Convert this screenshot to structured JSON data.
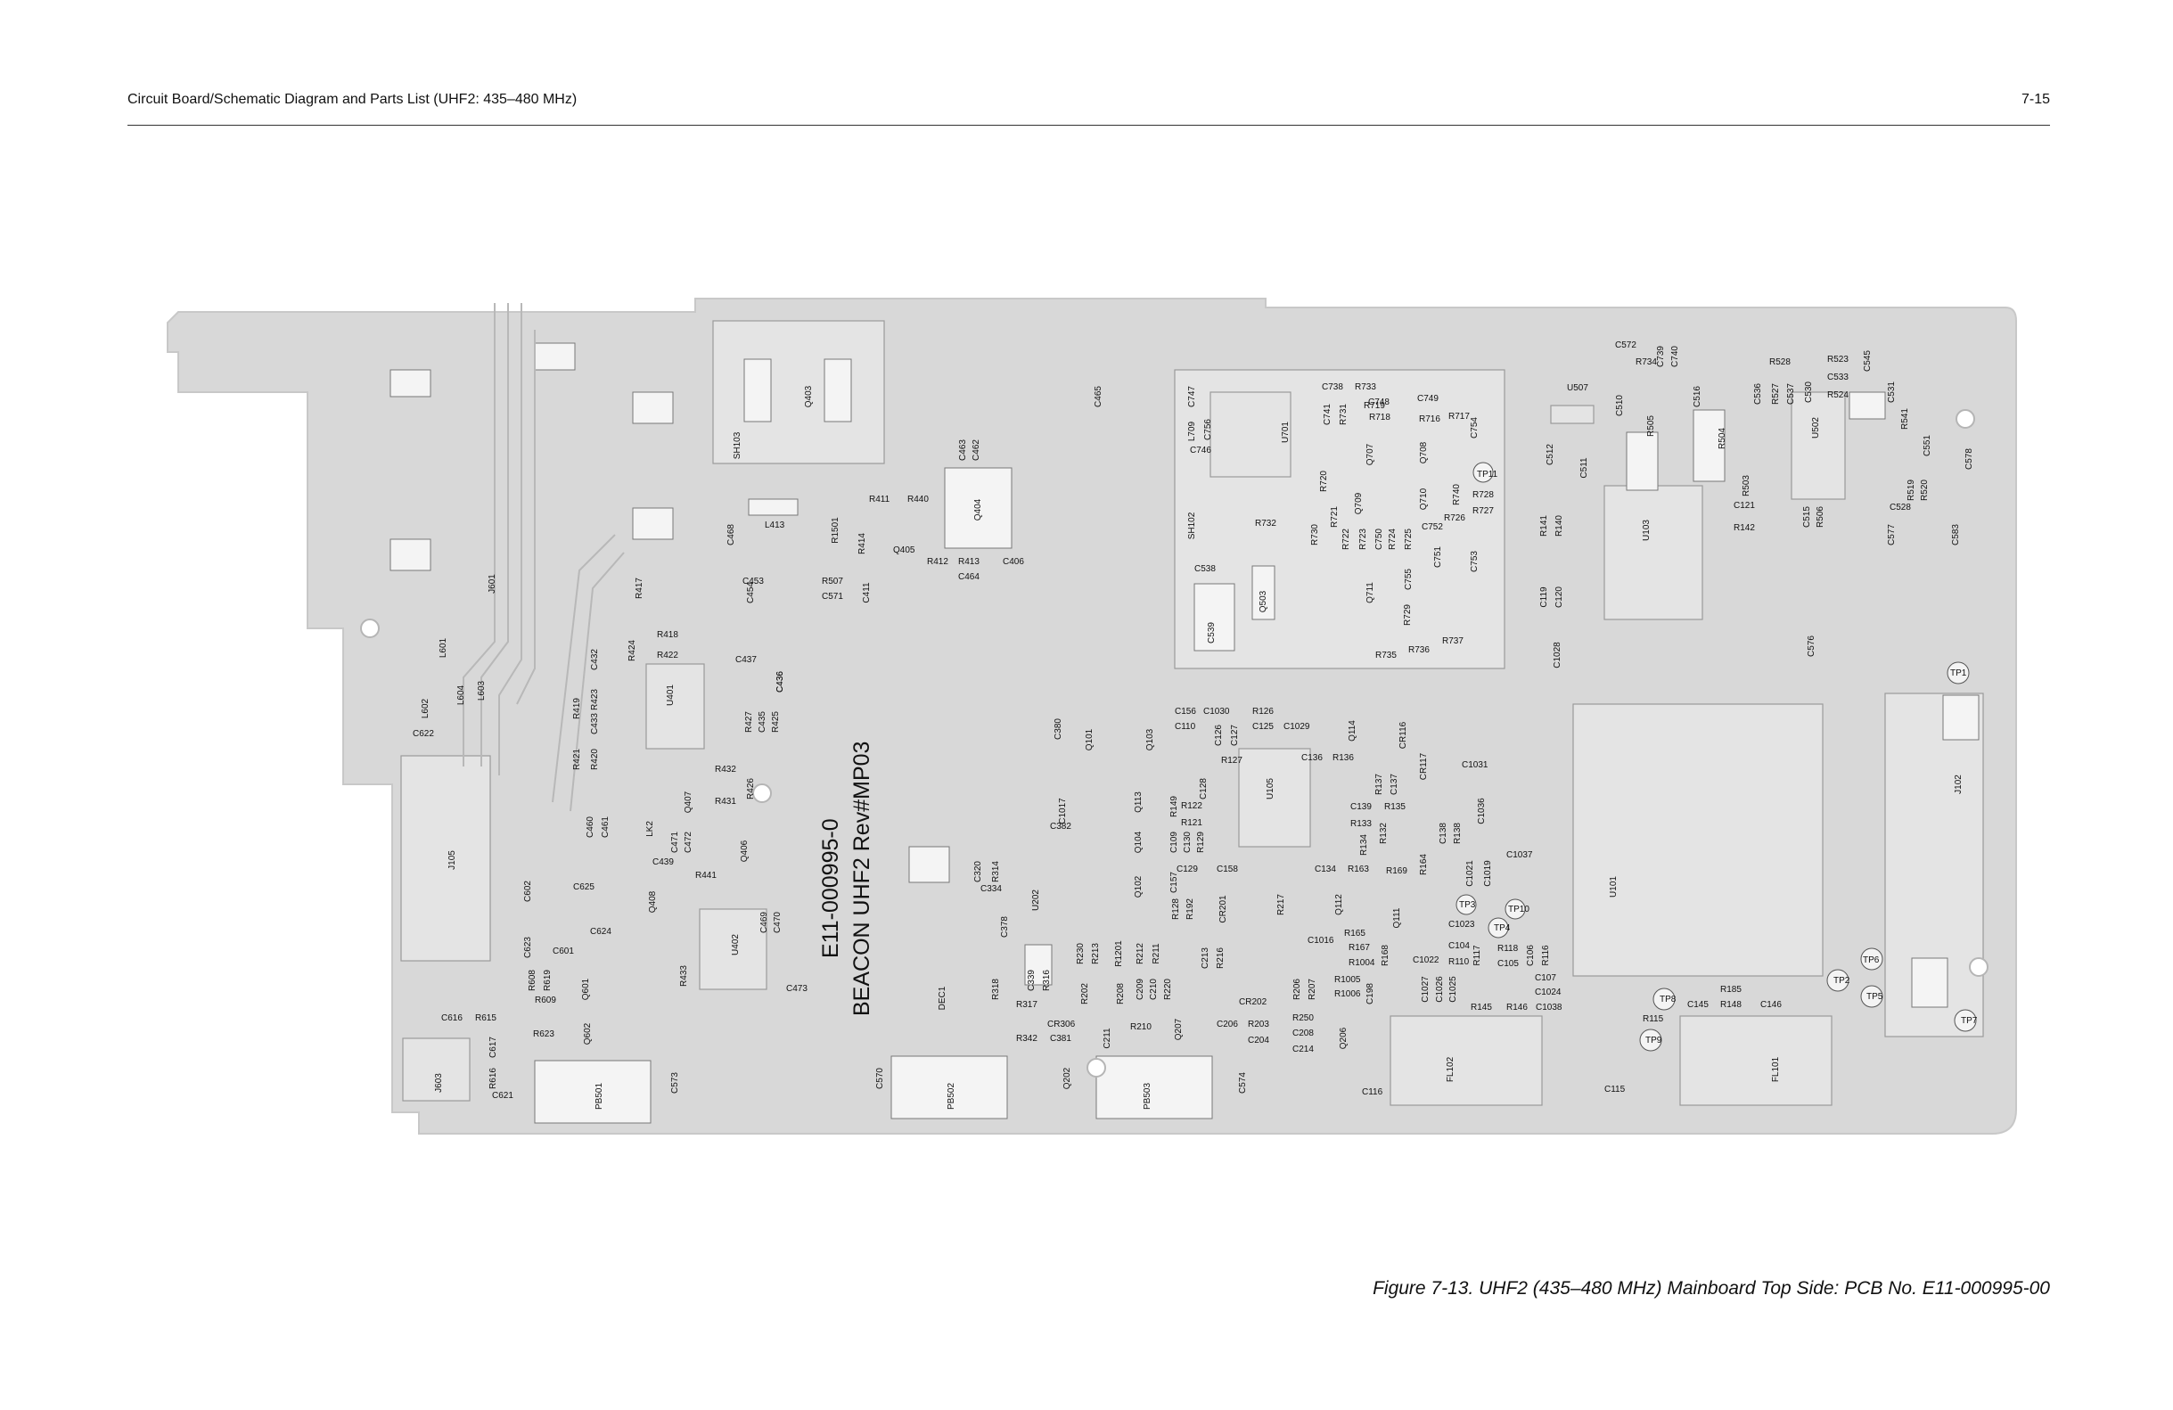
{
  "header": {
    "title": "Circuit Board/Schematic Diagram and Parts List (UHF2: 435–480 MHz)",
    "page": "7-15"
  },
  "board": {
    "pcb_number": "E11-000995-0",
    "revision": "BEACON UHF2 Rev#MP03",
    "components": [
      "J601",
      "J105",
      "J603",
      "SH103",
      "Q403",
      "C465",
      "SH102",
      "U701",
      "C747",
      "C756",
      "C746",
      "L709",
      "C738",
      "R733",
      "C741",
      "R731",
      "R719",
      "C748",
      "R718",
      "C749",
      "R716",
      "R717",
      "C754",
      "Q707",
      "Q708",
      "R720",
      "R721",
      "Q709",
      "Q710",
      "R740",
      "R728",
      "R727",
      "TP11",
      "R732",
      "R730",
      "R722",
      "R723",
      "C750",
      "R724",
      "R725",
      "C752",
      "R726",
      "C751",
      "C753",
      "C538",
      "Q503",
      "C539",
      "Q711",
      "C755",
      "R729",
      "R735",
      "R736",
      "R737",
      "U507",
      "C572",
      "R734",
      "C739",
      "C740",
      "C516",
      "R505",
      "R504",
      "C530",
      "R528",
      "C536",
      "R527",
      "C537",
      "R523",
      "C533",
      "R524",
      "C545",
      "U502",
      "C531",
      "R541",
      "C551",
      "C578",
      "C510",
      "C512",
      "C511",
      "R503",
      "C121",
      "R142",
      "U103",
      "R141",
      "R140",
      "C515",
      "R506",
      "R519",
      "R520",
      "C528",
      "C577",
      "C583",
      "C119",
      "C120",
      "C1028",
      "C576",
      "TP1",
      "J102",
      "U101",
      "C453",
      "R417",
      "C468",
      "L413",
      "R1501",
      "R414",
      "R411",
      "R440",
      "Q405",
      "Q404",
      "C463",
      "C462",
      "R412",
      "R413",
      "C464",
      "C406",
      "C454",
      "R507",
      "C571",
      "C411",
      "R418",
      "R422",
      "R424",
      "C432",
      "U401",
      "C437",
      "C436",
      "R427",
      "C435",
      "R425",
      "L602",
      "L604",
      "L603",
      "L601",
      "C622",
      "R419",
      "R423",
      "C433",
      "R421",
      "R420",
      "R432",
      "C436",
      "R426",
      "R431",
      "Q407",
      "C460",
      "C461",
      "LK2",
      "C471",
      "C472",
      "C439",
      "Q406",
      "R441",
      "C625",
      "Q408",
      "U402",
      "C469",
      "C470",
      "C602",
      "C624",
      "R433",
      "C473",
      "C623",
      "C601",
      "R608",
      "R619",
      "Q601",
      "R609",
      "R623",
      "Q602",
      "C616",
      "R615",
      "C617",
      "R616",
      "C621",
      "PB501",
      "C573",
      "C380",
      "Q101",
      "Q103",
      "C156",
      "C1030",
      "R126",
      "C110",
      "C126",
      "C127",
      "C125",
      "C1029",
      "Q114",
      "R127",
      "C128",
      "C136",
      "R136",
      "CR116",
      "CR117",
      "U105",
      "C1017",
      "Q113",
      "R149",
      "R122",
      "R121",
      "R135",
      "C137",
      "C139",
      "R137",
      "C1031",
      "C382",
      "Q104",
      "C109",
      "C130",
      "R129",
      "R133",
      "R132",
      "R134",
      "C138",
      "R138",
      "C1036",
      "Q102",
      "C157",
      "C129",
      "C158",
      "C134",
      "R163",
      "R169",
      "R164",
      "C1019",
      "C1037",
      "C1021",
      "C320",
      "R314",
      "C334",
      "U202",
      "C378",
      "R128",
      "R192",
      "CR201",
      "R217",
      "Q112",
      "Q111",
      "TP3",
      "TP10",
      "C1023",
      "TP4",
      "R230",
      "R213",
      "R1201",
      "R212",
      "R211",
      "C213",
      "R216",
      "C1016",
      "R165",
      "R167",
      "R168",
      "R1004",
      "C1022",
      "C104",
      "R110",
      "R117",
      "R118",
      "C105",
      "C106",
      "R116",
      "TP6",
      "DEC1",
      "R318",
      "C339",
      "R316",
      "R317",
      "CR306",
      "R202",
      "R208",
      "C209",
      "C210",
      "R220",
      "R1005",
      "R1006",
      "C198",
      "C1027",
      "C1026",
      "C1025",
      "C107",
      "C1024",
      "R145",
      "R146",
      "C1038",
      "TP8",
      "C145",
      "R185",
      "R148",
      "C146",
      "TP2",
      "TP5",
      "R115",
      "TP9",
      "TP7",
      "R342",
      "C381",
      "C211",
      "R210",
      "Q207",
      "C206",
      "R203",
      "C204",
      "CR202",
      "R206",
      "R207",
      "R250",
      "C208",
      "C214",
      "Q206",
      "C570",
      "PB502",
      "Q202",
      "PB503",
      "C574",
      "FL102",
      "C116",
      "C115",
      "FL101"
    ]
  },
  "caption": "Figure 7-13. UHF2 (435–480 MHz) Mainboard Top Side: PCB No. E11-000995-00"
}
